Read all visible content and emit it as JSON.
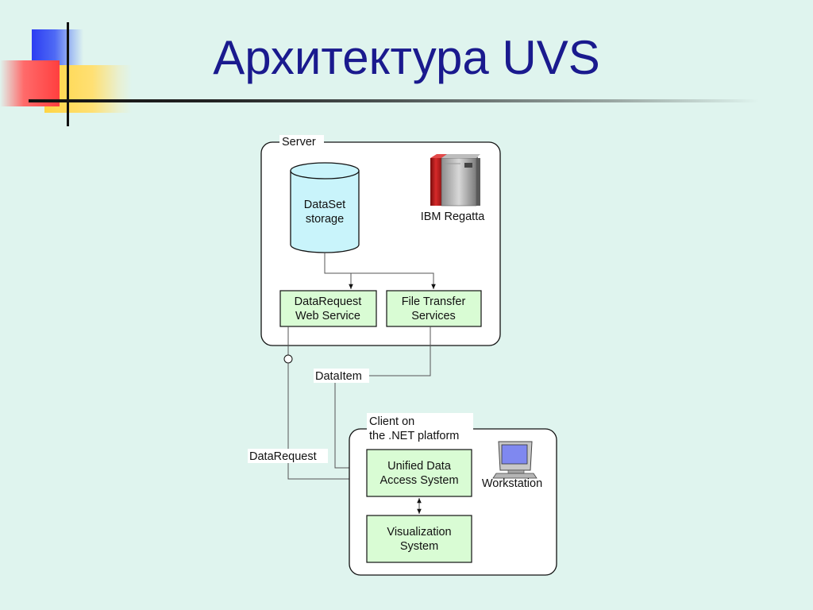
{
  "slide": {
    "title": "Архитектура UVS"
  },
  "diagram": {
    "server_group_label": "Server",
    "dataset_storage_line1": "DataSet",
    "dataset_storage_line2": "storage",
    "ibm_regatta_label": "IBM Regatta",
    "datarequest_ws_line1": "DataRequest",
    "datarequest_ws_line2": "Web Service",
    "file_transfer_line1": "File Transfer",
    "file_transfer_line2": "Services",
    "dataitem_label": "DataItem",
    "client_group_line1": "Client on",
    "client_group_line2": "the .NET platform",
    "datarequest_label": "DataRequest",
    "udas_line1": "Unified Data",
    "udas_line2": "Access System",
    "workstation_label": "Workstation",
    "visualization_line1": "Visualization",
    "visualization_line2": "System"
  },
  "colors": {
    "background": "#dff4ee",
    "title": "#1a1a8e",
    "component_fill": "#d9fcd4",
    "storage_fill": "#c9f4fb",
    "server_red": "#c22020"
  }
}
